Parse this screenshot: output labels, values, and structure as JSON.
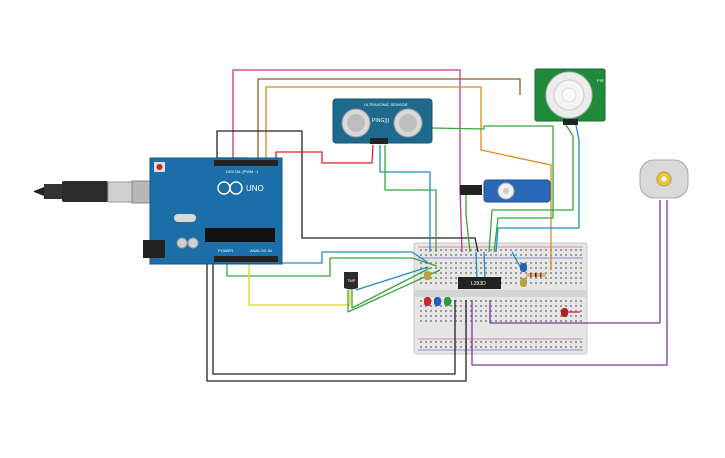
{
  "canvas": {
    "background": "#ffffff"
  },
  "arduino": {
    "brand": "UNO",
    "digital_label": "DIGITAL (PWM ~)",
    "power_label": "POWER",
    "analog_label": "ANALOG IN",
    "board_color": "#1b6ea8"
  },
  "ultrasonic": {
    "model": "PING)))",
    "header": "ULTRASONIC SENSOR"
  },
  "pir": {
    "label": "PIR"
  },
  "servo": {
    "label": ""
  },
  "driver_chip": {
    "label": "L293D"
  },
  "temp_sensor": {
    "label": "TMP"
  },
  "dc_motor": {
    "label": ""
  },
  "colors": {
    "wire_magenta": "#c2378c",
    "wire_orange": "#e08a1e",
    "wire_brown": "#8a5a2b",
    "wire_black": "#222222",
    "wire_red": "#d42525",
    "wire_green": "#3aa53a",
    "wire_blue": "#1d8fc9",
    "wire_yellow": "#e8d21c",
    "wire_purple": "#7a3a9e",
    "pir_board": "#1f8a3a",
    "breadboard": "#e6e6e6"
  },
  "icons": [
    "usb-cable-icon",
    "arduino-logo-icon"
  ]
}
